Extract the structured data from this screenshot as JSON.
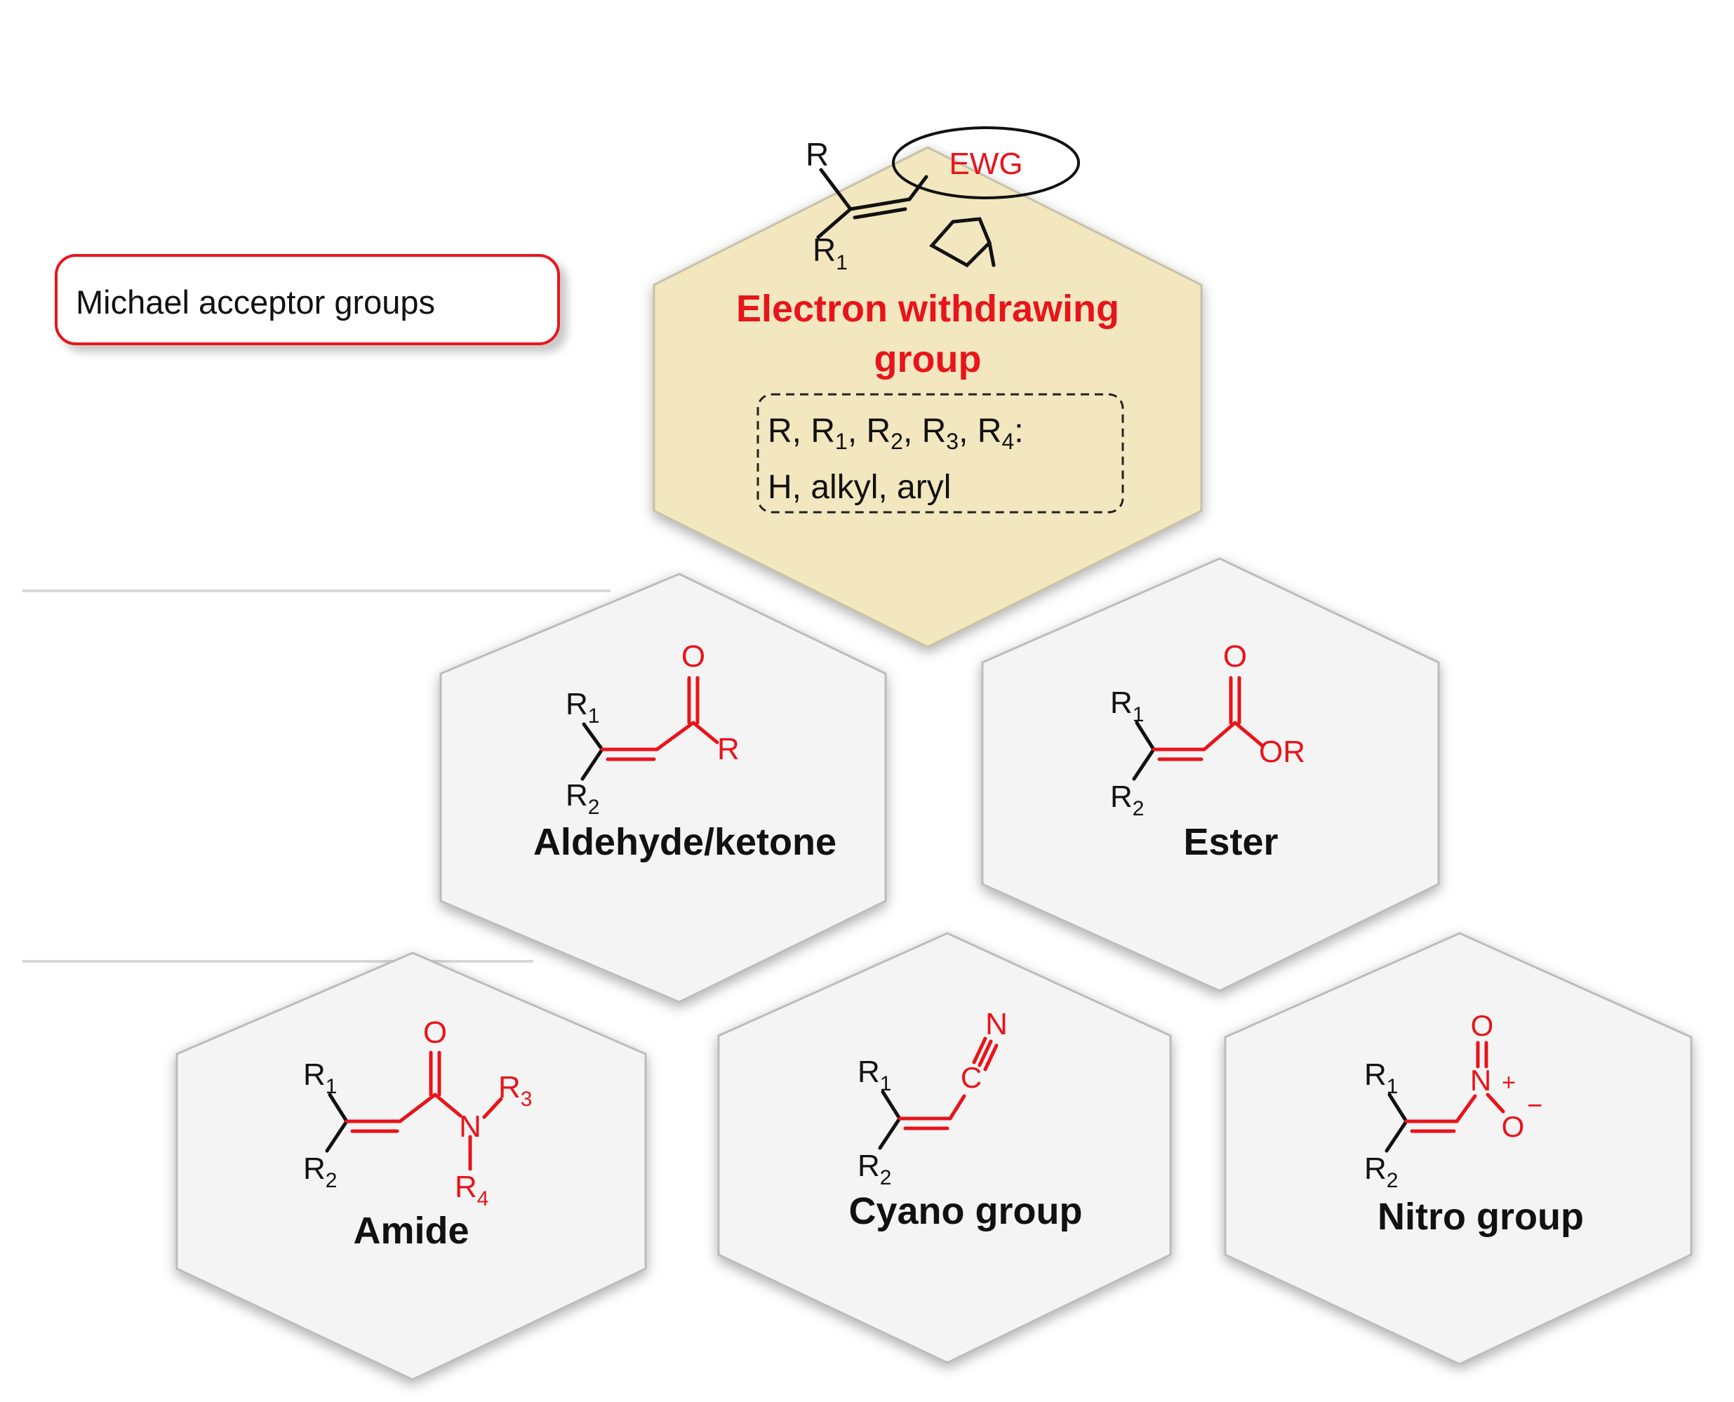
{
  "colors": {
    "accent_red": "#e8141b",
    "hex_gray": "#f4f4f4",
    "hex_top": "#f3e7bf",
    "ink": "#111111"
  },
  "legend": {
    "label": "Michael acceptor groups"
  },
  "core": {
    "title_line1": "Electron withdrawing",
    "title_line2": "group",
    "ewg": "EWG",
    "r": "R",
    "r1": "R",
    "r1_sub": "1",
    "subst_line2": "H, alkyl, aryl",
    "subst": [
      {
        "base": "R",
        "sub": "",
        "sep": ", "
      },
      {
        "base": "R",
        "sub": "1",
        "sep": ", "
      },
      {
        "base": "R",
        "sub": "2",
        "sep": ", "
      },
      {
        "base": "R",
        "sub": "3",
        "sep": ", "
      },
      {
        "base": "R",
        "sub": "4",
        "sep": ":"
      }
    ]
  },
  "groups": {
    "aldehyde": {
      "label": "Aldehyde/ketone",
      "o": "O",
      "r": "R",
      "r1": "R",
      "r1_sub": "1",
      "r2": "R",
      "r2_sub": "2"
    },
    "ester": {
      "label": "Ester",
      "o": "O",
      "or": "OR",
      "r1": "R",
      "r1_sub": "1",
      "r2": "R",
      "r2_sub": "2"
    },
    "amide": {
      "label": "Amide",
      "o": "O",
      "n": "N",
      "r3": "R",
      "r3_sub": "3",
      "r4": "R",
      "r4_sub": "4",
      "r1": "R",
      "r1_sub": "1",
      "r2": "R",
      "r2_sub": "2"
    },
    "cyano": {
      "label": "Cyano group",
      "c": "C",
      "n": "N",
      "r1": "R",
      "r1_sub": "1",
      "r2": "R",
      "r2_sub": "2"
    },
    "nitro": {
      "label": "Nitro group",
      "n": "N",
      "o_top": "O",
      "o_bottom": "O",
      "plus": "+",
      "minus": "−",
      "r1": "R",
      "r1_sub": "1",
      "r2": "R",
      "r2_sub": "2"
    }
  }
}
